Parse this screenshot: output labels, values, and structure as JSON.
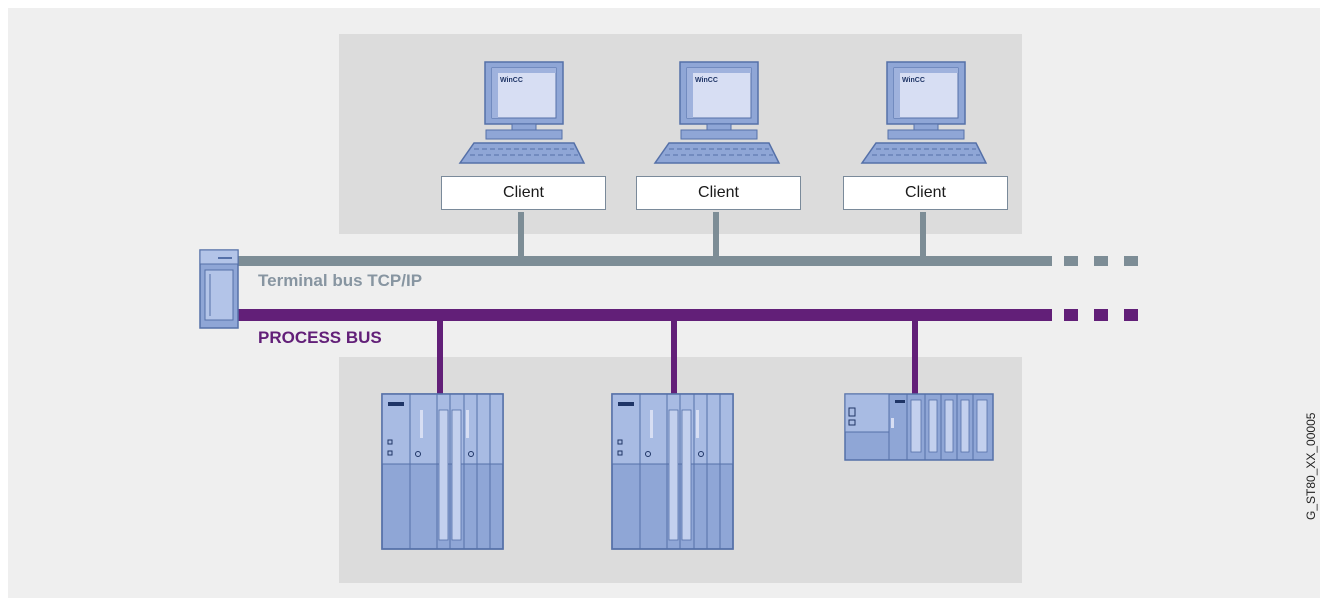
{
  "diagram": {
    "clients": [
      {
        "label": "Client",
        "screen_label": "WinCC"
      },
      {
        "label": "Client",
        "screen_label": "WinCC"
      },
      {
        "label": "Client",
        "screen_label": "WinCC"
      }
    ],
    "terminal_bus": {
      "label": "Terminal bus TCP/IP",
      "color": "#7d8d96"
    },
    "process_bus": {
      "label": "PROCESS BUS",
      "color": "#621f78"
    },
    "controllers": [
      "large-rack-controller",
      "large-rack-controller",
      "compact-controller"
    ],
    "image_id": "G_ST80_XX_00005",
    "colors": {
      "background": "#efefef",
      "zone": "#dcdcdc",
      "device_blue": "#8fa6d6",
      "device_outline": "#5570a8"
    }
  }
}
